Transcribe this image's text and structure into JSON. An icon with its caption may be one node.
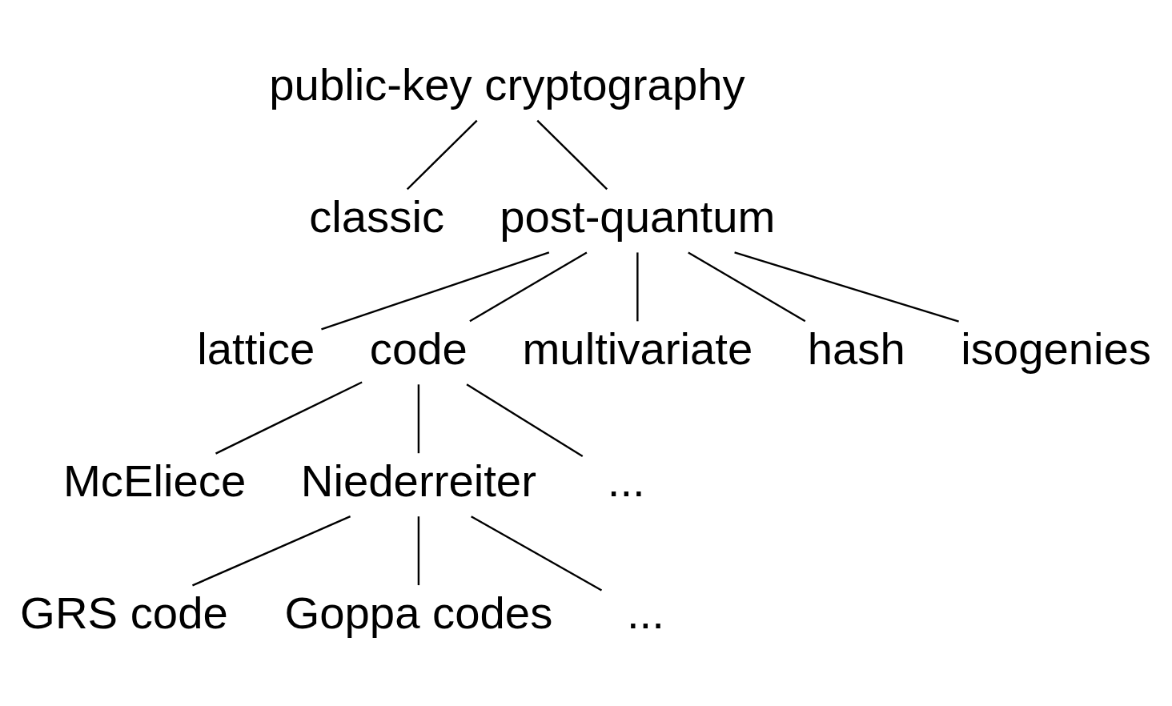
{
  "diagram": {
    "nodes": [
      {
        "text": [
          "public-key cryptography"
        ]
      },
      {
        "text": [
          "classic"
        ]
      },
      {
        "text": [
          "post-quantum"
        ]
      },
      {
        "text": [
          "lattice"
        ]
      },
      {
        "text": [
          "code"
        ]
      },
      {
        "text": [
          "multivariate"
        ]
      },
      {
        "text": [
          "hash"
        ]
      },
      {
        "text": [
          "isogenies"
        ]
      },
      {
        "text": [
          "McEliece"
        ]
      },
      {
        "text": [
          "Niederreiter"
        ]
      },
      {
        "text": [
          "..."
        ]
      },
      {
        "text": [
          "GRS code"
        ]
      },
      {
        "text": [
          "Goppa codes"
        ]
      },
      {
        "text": [
          "..."
        ]
      }
    ],
    "edges": [
      {
        "from": 0,
        "to": 1,
        "arrow": "none"
      },
      {
        "from": 0,
        "to": 2,
        "arrow": "none"
      },
      {
        "from": 2,
        "to": 3,
        "arrow": "none"
      },
      {
        "from": 2,
        "to": 4,
        "arrow": "none"
      },
      {
        "from": 2,
        "to": 5,
        "arrow": "none"
      },
      {
        "from": 2,
        "to": 6,
        "arrow": "none"
      },
      {
        "from": 2,
        "to": 7,
        "arrow": "none"
      },
      {
        "from": 4,
        "to": 8,
        "arrow": "none"
      },
      {
        "from": 4,
        "to": 9,
        "arrow": "none"
      },
      {
        "from": 4,
        "to": 10,
        "arrow": "none"
      },
      {
        "from": 9,
        "to": 11,
        "arrow": "none"
      },
      {
        "from": 9,
        "to": 12,
        "arrow": "none"
      },
      {
        "from": 9,
        "to": 13,
        "arrow": "none"
      }
    ]
  }
}
